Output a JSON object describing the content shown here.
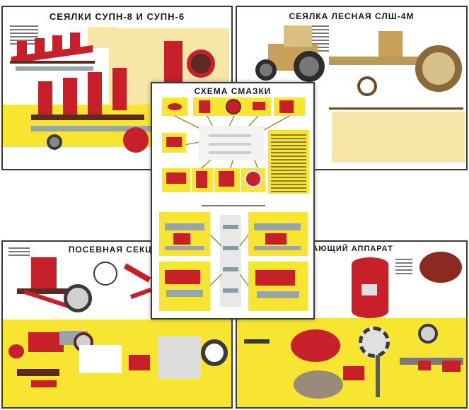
{
  "posters": {
    "top_left": {
      "title": "СЕЯЛКИ СУПН-8 И СУПН-6"
    },
    "top_right": {
      "title": "СЕЯЛКА ЛЕСНАЯ СЛШ-4М"
    },
    "center": {
      "title": "СХЕМА СМАЗКИ"
    },
    "bottom_left": {
      "title": "ПОСЕВНАЯ СЕКЦИЯ"
    },
    "bottom_right": {
      "title": "ВЫСЕВАЮЩИЙ АППАРАТ"
    }
  },
  "colors": {
    "yellow": "#f7e531",
    "red": "#c8202a",
    "cream": "#f6e7a9",
    "border": "#3a3a3a"
  }
}
